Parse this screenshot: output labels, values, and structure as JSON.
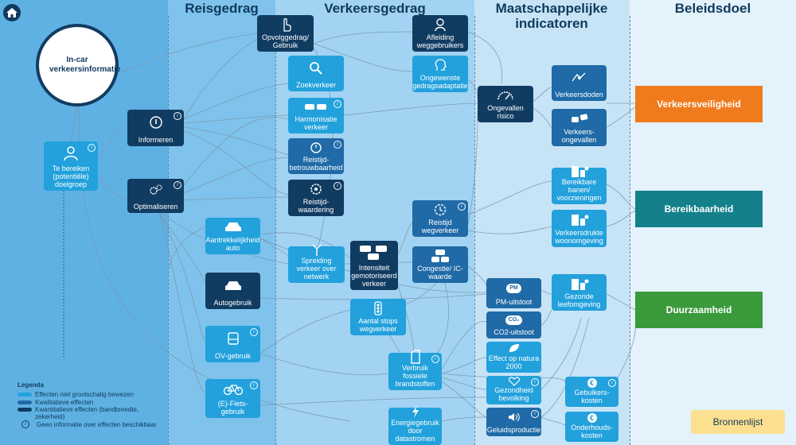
{
  "header": {
    "columns": [
      "Reisgedrag",
      "Verkeersgedrag",
      "Maatschappelijke indicatoren",
      "Beleidsdoel"
    ]
  },
  "source": {
    "label": "In-car verkeersinformatie"
  },
  "nodes": {
    "doelgroep": "Te bereiken (potentiële) doelgroep",
    "informeren": "Informeren",
    "optimaliseren": "Optimaliseren",
    "opvolggedrag": "Opvolggedrag/ Gebruik",
    "zoekverkeer": "Zoekverkeer",
    "harmonisatie": "Harmonisatie verkeer",
    "betrouwbaarheid": "Reistijd- betrouwbaarheid",
    "waardering": "Reistijd- waardering",
    "aantrekkelijkheid": "Aantrekkelijkheid auto",
    "autogebruik": "Autogebruik",
    "ovgebruik": "OV-gebruik",
    "fietsgebruik": "(E)-Fiets- gebruik",
    "spreiding": "Spreiding verkeer over netwerk",
    "intensiteit": "Intensiteit gemotoriseerd verkeer",
    "afleiding": "Afleiding weggebruikers",
    "gedragsadaptatie": "Ongewenste gedragsadaptatie",
    "reistijd": "Reistijd wegverkeer",
    "congestie": "Congestie/ IC- waarde",
    "stops": "Aantal stops wegverkeer",
    "fossiel": "Verbruik fossiele brandstoffen",
    "energie": "Energiegebruik door datastromen",
    "risico": "Ongevallen risico",
    "doden": "Verkeersdoden",
    "ongevallen": "Verkeers- ongevallen",
    "banen": "Bereikbare banen/ voorzieningen",
    "drukte": "Verkeersdrukte woonomgeving",
    "pm": "PM-uitstoot",
    "co2": "CO2-uitstoot",
    "natura": "Effect op natura 2000",
    "gezondheid": "Gezondheid bevolking",
    "geluid": "Geluidsproductie",
    "leefomgeving": "Gezonde leefomgeving",
    "gebruikerskosten": "Gebuikers- kosten",
    "onderhoud": "Onderhouds- kosten"
  },
  "goals": {
    "veiligheid": "Verkeersveiligheid",
    "bereikbaarheid": "Bereikbaarheid",
    "duurzaamheid": "Duurzaamheid"
  },
  "legend": {
    "title": "Legenda",
    "items": [
      "Effecten niet grootschalig bewezen",
      "Kwalitatieve effecten",
      "Kwantitatieve effecten (bandbreedte, zekerheid)",
      "Geen informatie over effecten beschikbaar"
    ]
  },
  "sources_button": "Bronnenlijst",
  "icon_glyphs": {
    "pm": "PM",
    "co2": "CO₂",
    "euro": "€",
    "info": "i"
  },
  "colors": {
    "light_node": "#22a1dc",
    "dark_node": "#113c62",
    "mid_node": "#1f6aa7",
    "goal_safety": "#f07b1d",
    "goal_access": "#13808b",
    "goal_sustain": "#3a9a3c",
    "sources_button": "#fde08f"
  }
}
